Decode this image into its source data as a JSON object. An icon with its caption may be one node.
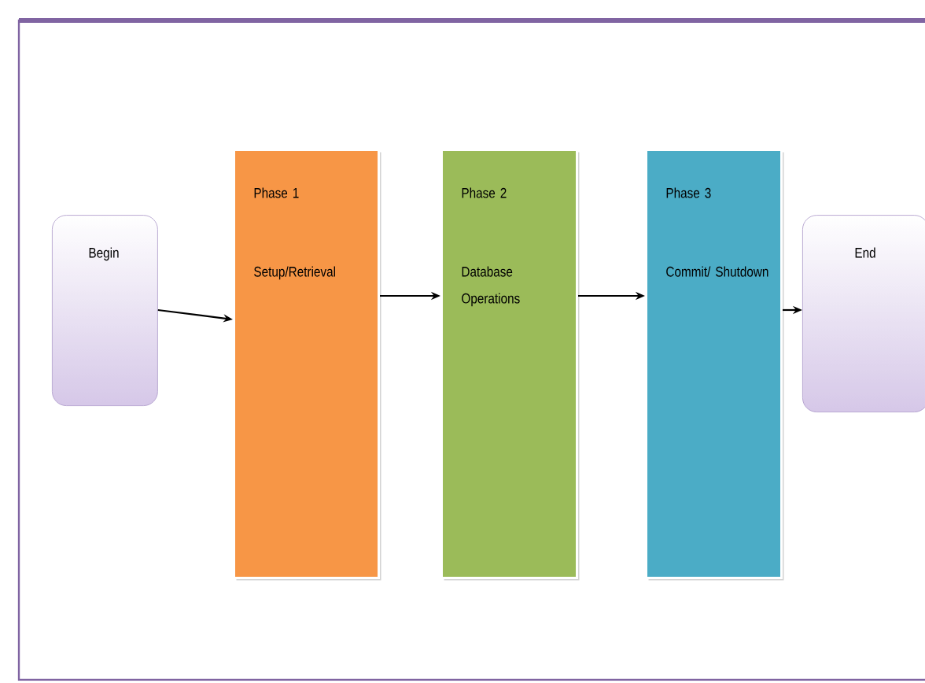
{
  "diagram": {
    "nodes": [
      {
        "text": [
          "Begin"
        ]
      },
      {
        "text": [
          "Phase 1",
          "Setup/Retrieval"
        ]
      },
      {
        "text": [
          "Phase 2",
          "Database Operations"
        ]
      },
      {
        "text": [
          "Phase 3",
          "Commit/ Shutdown"
        ]
      },
      {
        "text": [
          "End"
        ]
      }
    ],
    "edges": [
      {
        "from": 0,
        "to": 1,
        "arrow": "to"
      },
      {
        "from": 1,
        "to": 2,
        "arrow": "to"
      },
      {
        "from": 2,
        "to": 3,
        "arrow": "to"
      },
      {
        "from": 3,
        "to": 4,
        "arrow": "to"
      }
    ]
  }
}
